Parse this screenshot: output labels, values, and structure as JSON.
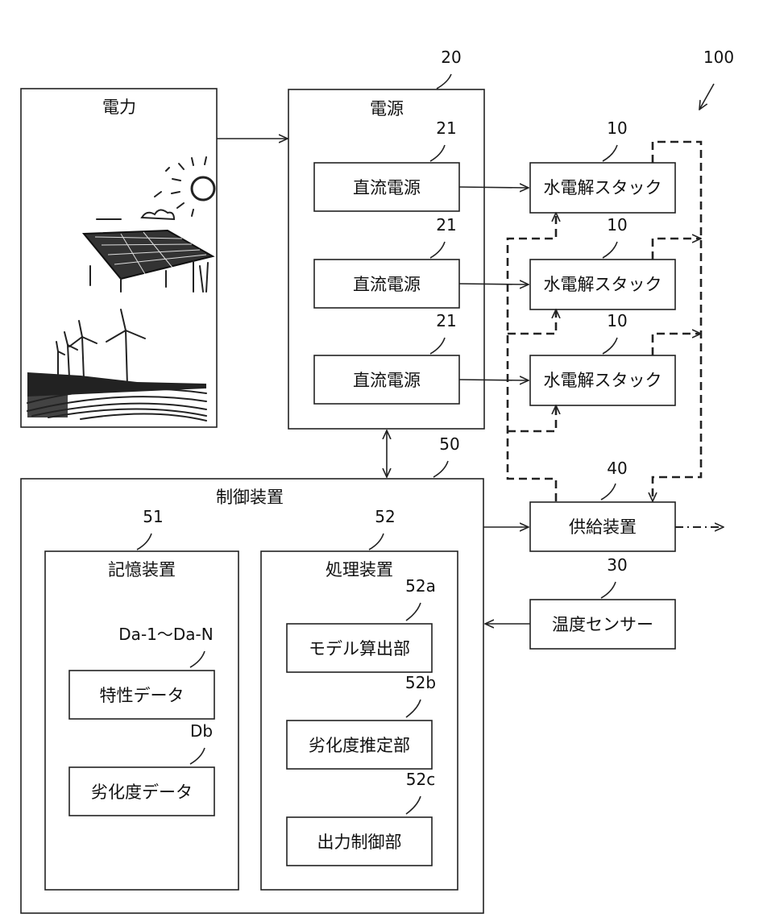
{
  "refs": {
    "system": "100",
    "power_source": "20",
    "dc_power": "21",
    "stack": "10",
    "supply": "40",
    "sensor": "30",
    "controller": "50",
    "storage": "51",
    "processor": "52",
    "model_calc": "52a",
    "degradation_est": "52b",
    "output_ctrl": "52c",
    "char_data": "Da-1～Da-N",
    "deg_data": "Db"
  },
  "labels": {
    "power": "電力",
    "power_source": "電源",
    "dc_power": "直流電源",
    "stack": "水電解スタック",
    "supply": "供給装置",
    "sensor": "温度センサー",
    "controller": "制御装置",
    "storage": "記憶装置",
    "processor": "処理装置",
    "model_calc": "モデル算出部",
    "degradation_est": "劣化度推定部",
    "output_ctrl": "出力制御部",
    "char_data": "特性データ",
    "deg_data": "劣化度データ"
  }
}
